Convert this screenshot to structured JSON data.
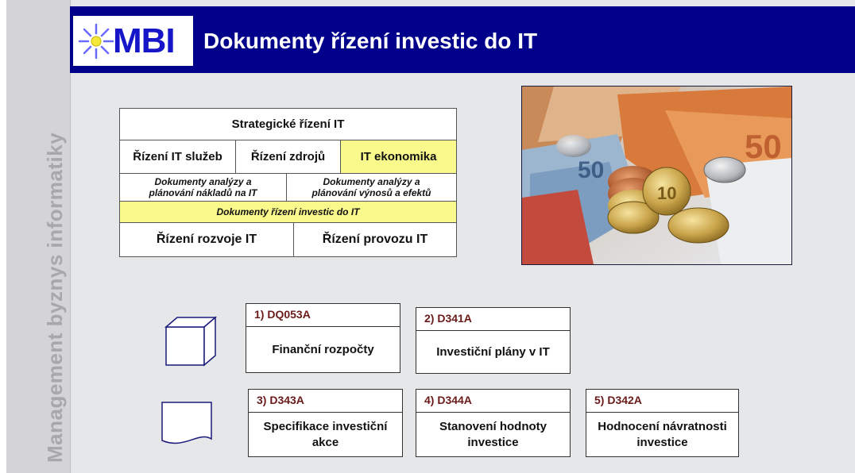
{
  "sidebar": {
    "vertical_text": "Management byznys informatiky"
  },
  "header": {
    "logo_text": "MBI",
    "title": "Dokumenty řízení investic do IT"
  },
  "framework": {
    "top": "Strategické řízení IT",
    "areas": [
      "Řízení IT služeb",
      "Řízení  zdrojů",
      "IT ekonomika"
    ],
    "analysis_left": "Dokumenty analýzy a plánování nákladů na IT",
    "analysis_right": "Dokumenty analýzy a plánování výnosů a efektů",
    "highlight_row": "Dokumenty řízení investic do IT",
    "bottom_left": "Řízení rozvoje IT",
    "bottom_right": "Řízení provozu IT"
  },
  "documents": [
    {
      "code": "1) DQ053A",
      "name": "Finanční rozpočty"
    },
    {
      "code": "2)  D341A",
      "name": "Investiční plány v IT"
    },
    {
      "code": "3) D343A",
      "name": "Specifikace investiční akce"
    },
    {
      "code": "4)  D344A",
      "name": "Stanovení hodnoty investice"
    },
    {
      "code": "5) D342A",
      "name": "Hodnocení návratnosti investice"
    }
  ],
  "colors": {
    "header_bg": "#00008b",
    "highlight": "#fafa8c",
    "doc_code": "#6b1a1a",
    "logo_text": "#1616c8"
  },
  "icons": [
    "sun-logo-icon",
    "cube-icon",
    "document-icon"
  ],
  "image": "euro-banknotes-coins-photo"
}
